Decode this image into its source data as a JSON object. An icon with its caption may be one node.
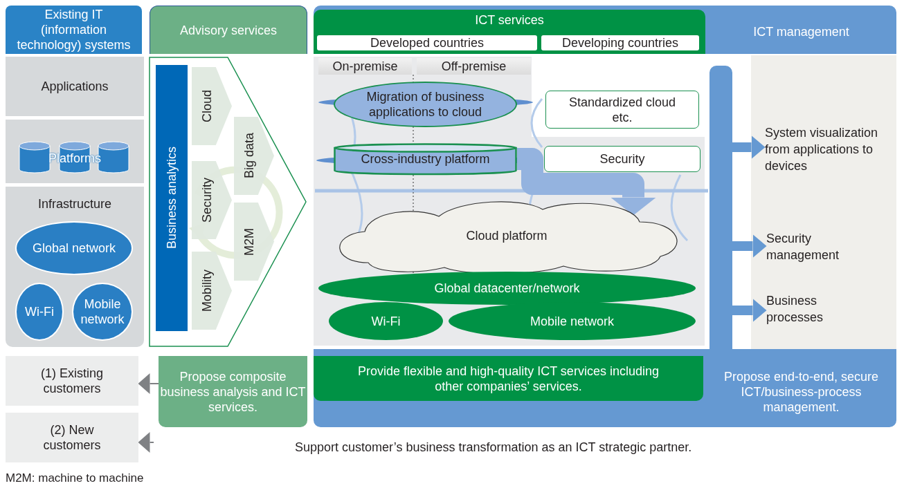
{
  "diagram": {
    "nodes": [
      {
        "text": [
          "Existing IT (information technology) systems"
        ]
      },
      {
        "text": [
          "Applications"
        ]
      },
      {
        "text": [
          "Platforms"
        ]
      },
      {
        "text": [
          "Infrastructure"
        ]
      },
      {
        "text": [
          "Global network"
        ],
        "in": 3
      },
      {
        "text": [
          "Wi-Fi"
        ],
        "in": 3
      },
      {
        "text": [
          "Mobile network"
        ],
        "in": 3
      },
      {
        "text": [
          "Advisory services"
        ]
      },
      {
        "text": [],
        "shape": "pentagon"
      },
      {
        "text": [
          "Business analytics"
        ],
        "in": 8
      },
      {
        "text": [
          "Cloud"
        ],
        "in": 8
      },
      {
        "text": [
          "Big data"
        ],
        "in": 8
      },
      {
        "text": [
          "Security"
        ],
        "in": 8
      },
      {
        "text": [
          "M2M"
        ],
        "in": 8
      },
      {
        "text": [
          "Mobility"
        ],
        "in": 8
      },
      {
        "text": [
          "ICT management",
          "Propose end-to-end, secure ICT/business-process management."
        ]
      },
      {
        "text": [
          "ICT services"
        ],
        "in": 15
      },
      {
        "text": [
          "Developed countries"
        ],
        "in": 16
      },
      {
        "text": [
          "Developing countries"
        ],
        "in": 16
      },
      {
        "text": [
          "On-premise"
        ],
        "in": 15
      },
      {
        "text": [
          "Off-premise"
        ],
        "in": 15
      },
      {
        "text": [
          "Migration of business applications to cloud"
        ],
        "in": 15
      },
      {
        "text": [
          "Cross-industry platform"
        ],
        "in": 15
      },
      {
        "text": [
          "Standardized cloud etc."
        ],
        "in": 15
      },
      {
        "text": [
          "Security"
        ],
        "in": 15
      },
      {
        "text": [
          "Cloud platform"
        ],
        "in": 15
      },
      {
        "text": [
          "Global datacenter/network"
        ],
        "in": 15
      },
      {
        "text": [
          "Wi-Fi"
        ],
        "in": 15
      },
      {
        "text": [
          "Mobile network"
        ],
        "in": 15
      },
      {
        "text": [],
        "shape": "bar",
        "in": 15
      },
      {
        "text": [
          "System visualization from applications to devices"
        ],
        "in": 15
      },
      {
        "text": [
          "Security management"
        ],
        "in": 15
      },
      {
        "text": [
          "Business processes"
        ],
        "in": 15
      },
      {
        "text": [
          "(1) Existing customers"
        ]
      },
      {
        "text": [
          "(2) New customers"
        ]
      },
      {
        "text": [
          "Propose composite business analysis and ICT services."
        ]
      },
      {
        "text": [
          "Provide flexible and high-quality ICT services including other companies’ services."
        ],
        "in": 15
      }
    ],
    "edges": [
      {
        "from": 29,
        "to": 30,
        "arrow": "to"
      },
      {
        "from": 29,
        "to": 31,
        "arrow": "to"
      },
      {
        "from": 29,
        "to": 32,
        "arrow": "to"
      },
      {
        "from": 22,
        "to": 25,
        "arrow": "to",
        "style": "thick",
        "color": "#94b3df"
      },
      {
        "from": 35,
        "to": 33,
        "arrow": "to",
        "color": "#7f8184"
      },
      {
        "from": null,
        "to": 34,
        "arrow": "to",
        "color": "#7f8184"
      }
    ],
    "labels": [
      "Support customer’s business transformation as an ICT strategic partner.",
      "M2M: machine to machine"
    ]
  }
}
